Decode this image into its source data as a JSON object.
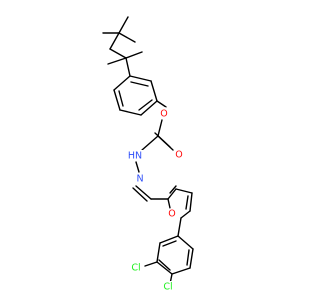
{
  "molecule": {
    "atom_labels": {
      "ether_oxygen": "O",
      "carbonyl_oxygen": "O",
      "amide_nitrogen": "HN",
      "imine_nitrogen": "N",
      "furan_oxygen": "O",
      "chlorine_top": "Cl",
      "chlorine_bottom": "Cl"
    },
    "colors": {
      "carbon_bond": "#000000",
      "oxygen": "#ff0d0d",
      "nitrogen": "#3050f8",
      "chlorine": "#1ff01f"
    }
  }
}
